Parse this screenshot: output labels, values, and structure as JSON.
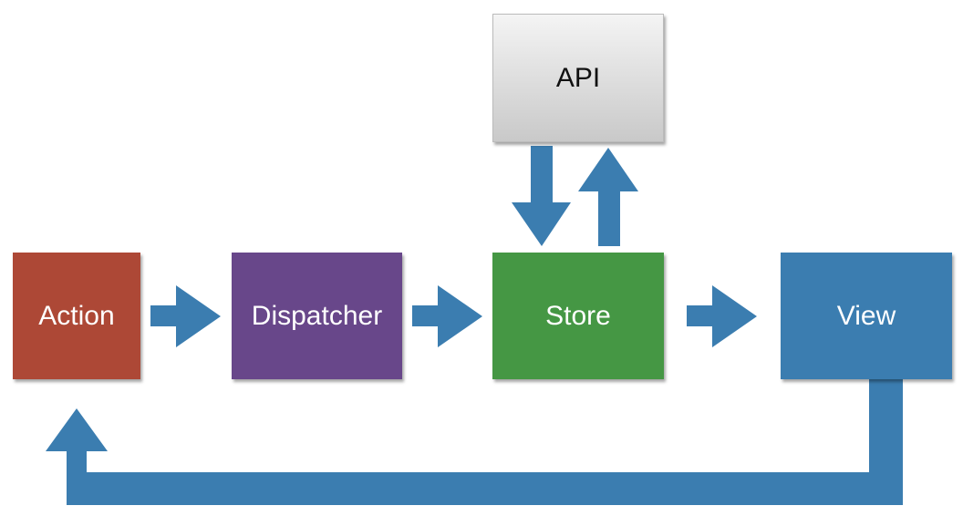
{
  "nodes": {
    "action": {
      "label": "Action",
      "color": "#ad4836"
    },
    "dispatcher": {
      "label": "Dispatcher",
      "color": "#68478a"
    },
    "store": {
      "label": "Store",
      "color": "#459744"
    },
    "view": {
      "label": "View",
      "color": "#3b7db0"
    },
    "api": {
      "label": "API",
      "color": "#dedede"
    }
  },
  "arrow_color": "#3b7db0",
  "edges": [
    {
      "from": "Action",
      "to": "Dispatcher"
    },
    {
      "from": "Dispatcher",
      "to": "Store"
    },
    {
      "from": "Store",
      "to": "View"
    },
    {
      "from": "API",
      "to": "Store"
    },
    {
      "from": "Store",
      "to": "API"
    },
    {
      "from": "View",
      "to": "Action"
    }
  ]
}
